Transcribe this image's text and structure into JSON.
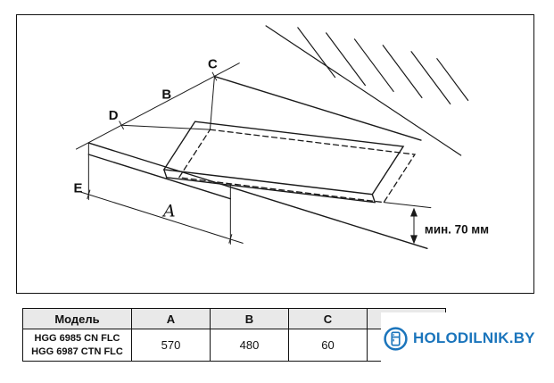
{
  "diagram": {
    "dim_labels": {
      "a": "A",
      "b": "B",
      "c": "C",
      "d": "D",
      "e": "E"
    },
    "min_clearance": "мин. 70 мм"
  },
  "table": {
    "headers": {
      "model": "Модель",
      "a": "A",
      "b": "B",
      "c": "C",
      "d": ""
    },
    "row": {
      "model_line1": "HGG 6985 CN FLC",
      "model_line2": "HGG 6987 CTN FLC",
      "a": "570",
      "b": "480",
      "c": "60",
      "d": ""
    }
  },
  "watermark": {
    "brand": "HOLODILNIK.BY",
    "color": "#1b75bc"
  }
}
